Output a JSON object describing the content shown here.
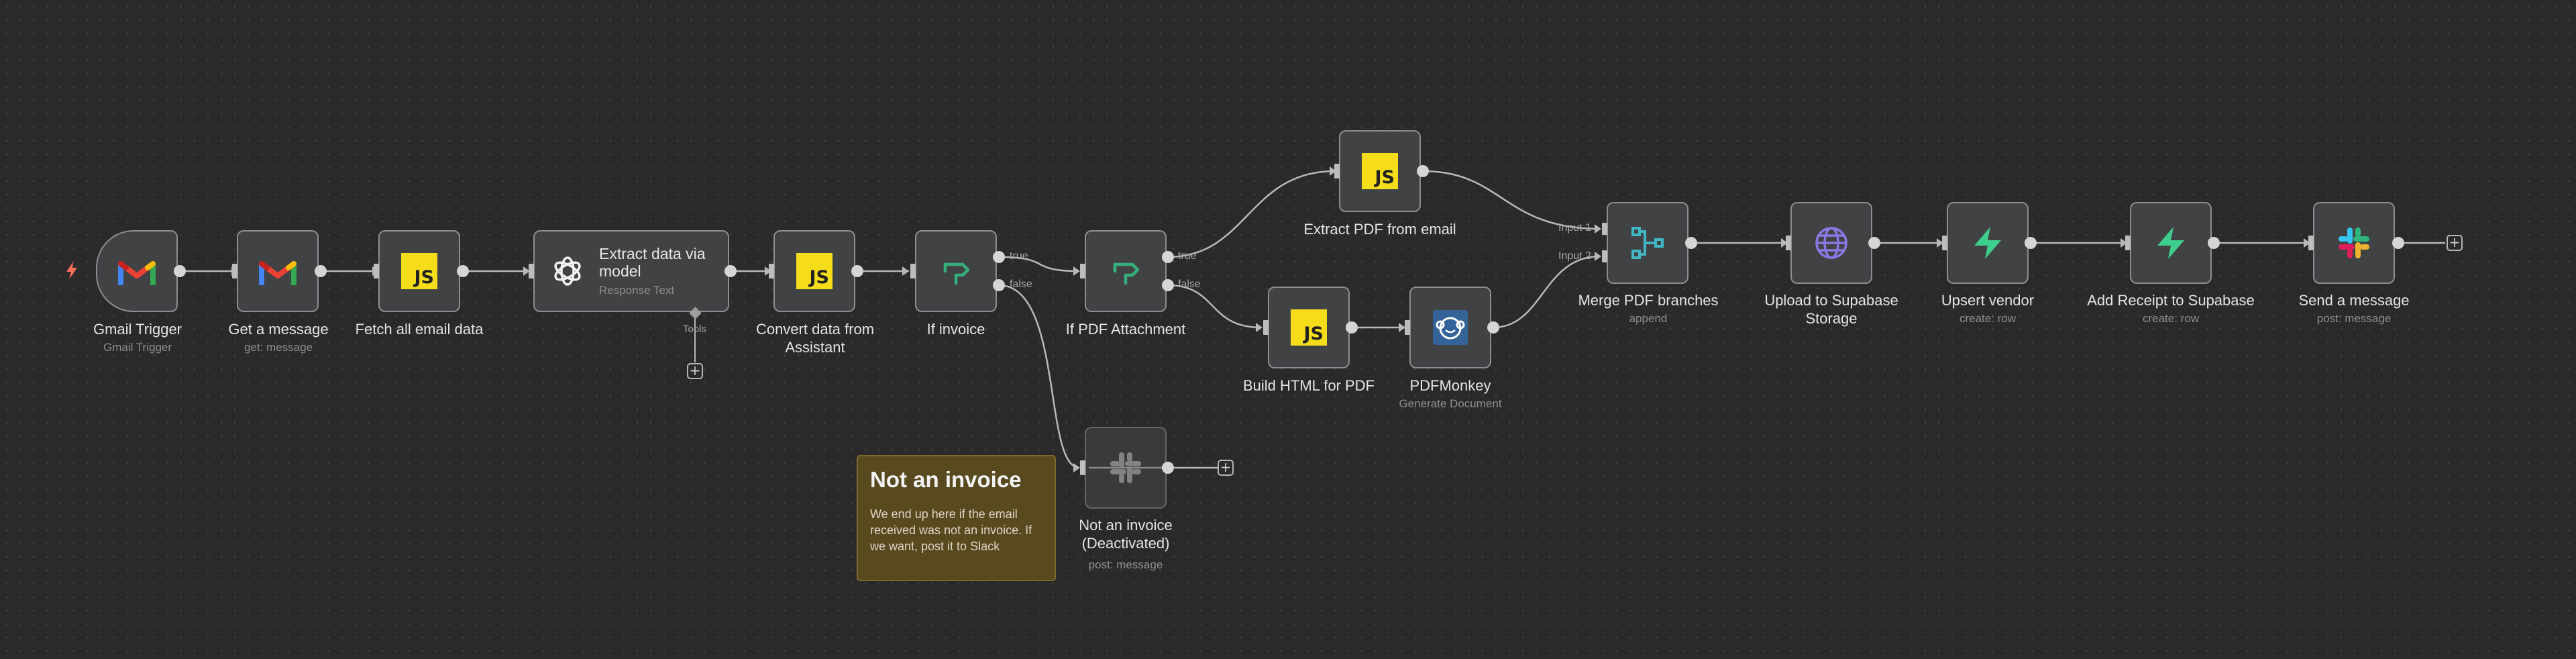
{
  "nodes": [
    {
      "id": "gmail_trigger",
      "title": "Gmail Trigger",
      "subtitle": "Gmail Trigger",
      "icon": "gmail-icon"
    },
    {
      "id": "get_message",
      "title": "Get a message",
      "subtitle": "get: message",
      "icon": "gmail-icon"
    },
    {
      "id": "fetch_email",
      "title": "Fetch all email data",
      "subtitle": "",
      "icon": "javascript-icon"
    },
    {
      "id": "extract_model",
      "title": "Extract data via model",
      "subtitle": "Response Text",
      "icon": "openai-icon"
    },
    {
      "id": "convert_data",
      "title": "Convert data from Assistant",
      "subtitle": "",
      "icon": "javascript-icon"
    },
    {
      "id": "if_invoice",
      "title": "If invoice",
      "subtitle": "",
      "icon": "if-branch-icon"
    },
    {
      "id": "if_pdf",
      "title": "If PDF Attachment",
      "subtitle": "",
      "icon": "if-branch-icon"
    },
    {
      "id": "extract_pdf",
      "title": "Extract PDF from email",
      "subtitle": "",
      "icon": "javascript-icon"
    },
    {
      "id": "build_html",
      "title": "Build HTML for PDF",
      "subtitle": "",
      "icon": "javascript-icon"
    },
    {
      "id": "pdfmonkey",
      "title": "PDFMonkey",
      "subtitle": "Generate Document",
      "icon": "pdfmonkey-icon"
    },
    {
      "id": "merge",
      "title": "Merge PDF branches",
      "subtitle": "append",
      "icon": "merge-icon"
    },
    {
      "id": "upload",
      "title": "Upload to Supabase Storage",
      "subtitle": "",
      "icon": "globe-icon"
    },
    {
      "id": "upsert",
      "title": "Upsert vendor",
      "subtitle": "create: row",
      "icon": "supabase-icon"
    },
    {
      "id": "add_receipt",
      "title": "Add Receipt to Supabase",
      "subtitle": "create: row",
      "icon": "supabase-icon"
    },
    {
      "id": "send_msg",
      "title": "Send a message",
      "subtitle": "post: message",
      "icon": "slack-icon"
    },
    {
      "id": "not_invoice",
      "title": "Not an invoice (Deactivated)",
      "subtitle": "post: message",
      "icon": "slack-icon"
    }
  ],
  "port_labels": {
    "true": "true",
    "false": "false",
    "input1": "Input 1",
    "input2": "Input 2",
    "tools": "Tools"
  },
  "sticky": {
    "title": "Not an invoice",
    "body": "We end up here if the email received was not an invoice. If we want, post it to Slack"
  },
  "colors": {
    "canvas": "#2a2a2a",
    "node_bg": "#414244",
    "node_border": "#8d8d93",
    "edge": "#b8b8b8",
    "sticky_bg": "#58491f",
    "trigger_bolt": "#ff6d5a",
    "js_yellow": "#f5de19",
    "if_green": "#35b07d",
    "merge_teal": "#3fb7c5",
    "globe_purple": "#8b78e6",
    "supabase_green": "#3ecf8e",
    "pdfmonkey_blue": "#34639a"
  }
}
